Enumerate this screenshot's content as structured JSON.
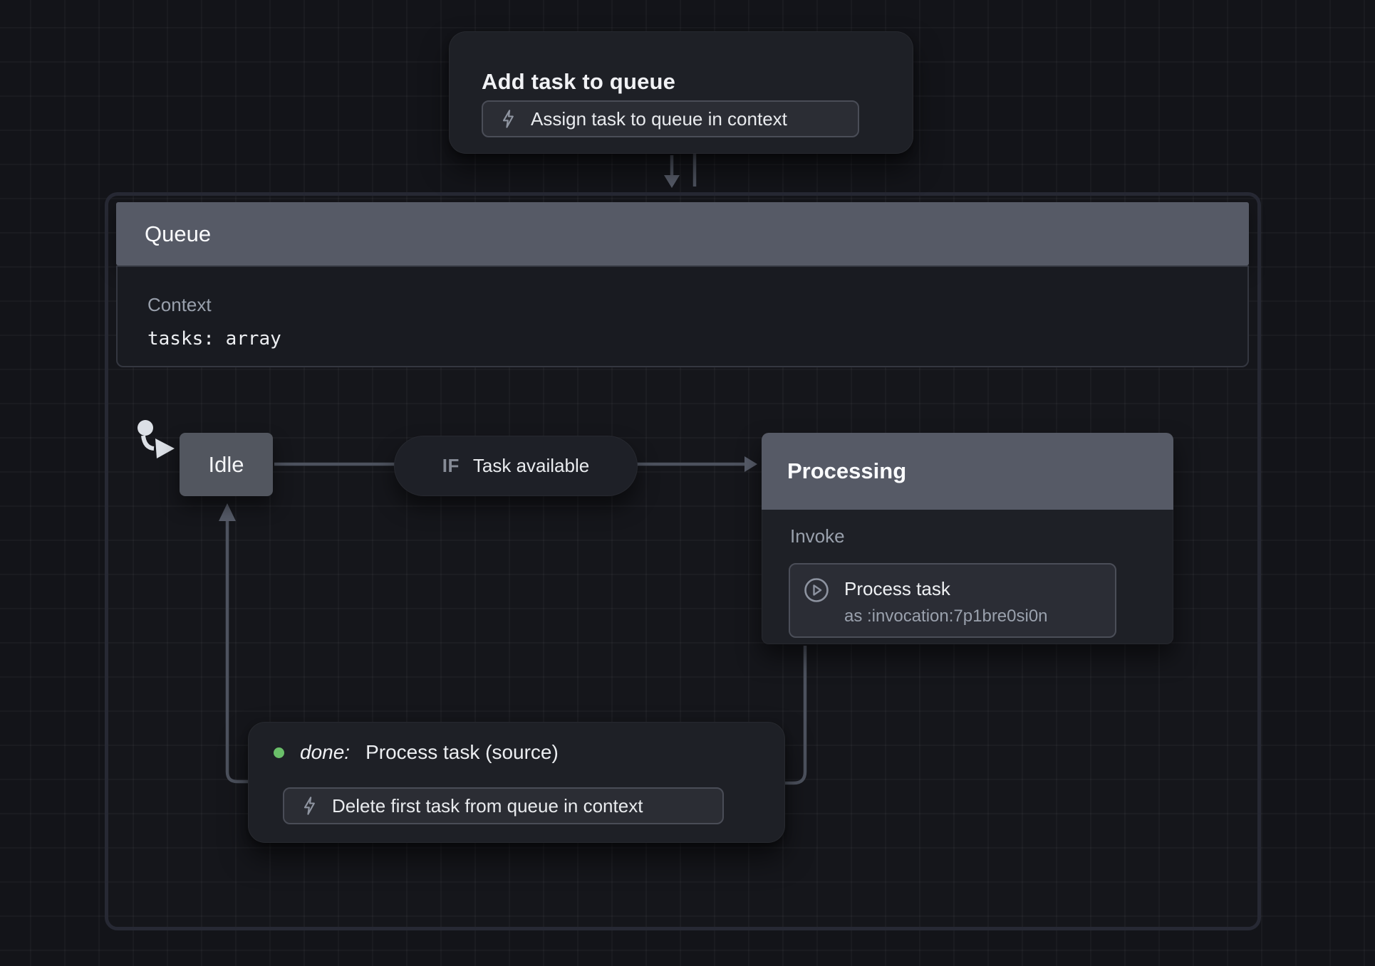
{
  "colors": {
    "background": "#131419",
    "state_header_gray": "#565a66",
    "edge_gray": "#4d525e",
    "node_surface": "#1e2026",
    "chip_surface": "#2b2d34",
    "accent_green": "#6abf69"
  },
  "add_task_node": {
    "title": "Add task to queue",
    "action_label": "Assign task to queue in context"
  },
  "queue_machine": {
    "title": "Queue",
    "context_label": "Context",
    "context_value": "tasks: array"
  },
  "idle_state": {
    "label": "Idle"
  },
  "guard": {
    "keyword": "IF",
    "label": "Task available"
  },
  "processing_state": {
    "title": "Processing",
    "invoke_label": "Invoke",
    "invoke_name": "Process task",
    "invoke_detail": "as :invocation:7p1bre0si0n"
  },
  "done_event": {
    "keyword": "done:",
    "label": "Process task (source)",
    "action_label": "Delete first task from queue in context"
  }
}
